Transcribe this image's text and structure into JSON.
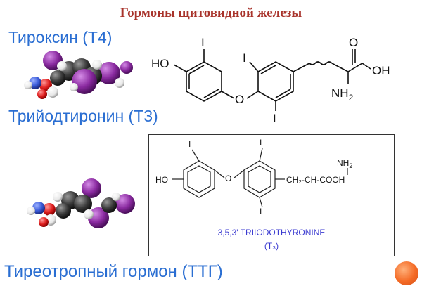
{
  "slide": {
    "title": "Гормоны щитовидной железы",
    "labels": {
      "t4": "Тироксин (Т4)",
      "t3": "Трийодтиронин (Т3)",
      "ttg": "Тиреотропный гормон (ТТГ)"
    }
  },
  "t4_structure": {
    "atoms": {
      "ho": "HO",
      "iodine": "I",
      "oxygen": "O",
      "oh": "OH",
      "carbonyl_o": "O",
      "nh2": "NH"
    }
  },
  "t3_structure": {
    "atoms": {
      "ho": "HO",
      "iodine": "I",
      "oxygen": "O",
      "nh2": "NH",
      "chain": "CH₂-CH-COOH"
    },
    "caption": "3,5,3' TRIIODOTHYRONINE",
    "caption_abbr": "(T₃)"
  },
  "colors": {
    "title": "#a8332b",
    "label": "#2a6ed2",
    "caption": "#3a3ad0",
    "iodine_atom": "#8a2aa0",
    "oxygen_atom": "#e02020",
    "nitrogen_atom": "#3a5ad8",
    "carbon_atom": "#2a2a2a",
    "hydrogen_atom": "#f0f0f0",
    "bullet": "#f46a25"
  },
  "icons": [
    "space-filling-model-t4",
    "space-filling-model-t3",
    "orange-bullet"
  ]
}
